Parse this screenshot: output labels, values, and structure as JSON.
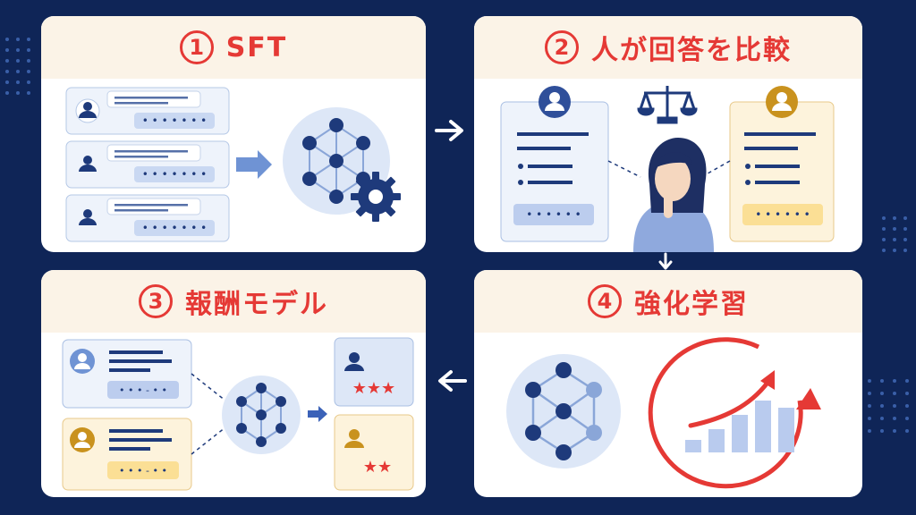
{
  "steps": [
    {
      "num": "1",
      "title": "SFT"
    },
    {
      "num": "2",
      "title": "人が回答を比較"
    },
    {
      "num": "3",
      "title": "報酬モデル"
    },
    {
      "num": "4",
      "title": "強化学習"
    }
  ],
  "colors": {
    "background": "#0f2557",
    "accent_red": "#e53935",
    "header_cream": "#fbf3e7",
    "node_navy": "#1e3a7b",
    "card_blue": "#e8effb",
    "card_gold": "#fdf3dc"
  },
  "icons": [
    "user-icon",
    "gear-icon",
    "scales-icon",
    "neural-network-icon",
    "star-icon",
    "arrow-icon",
    "growth-chart-icon"
  ]
}
